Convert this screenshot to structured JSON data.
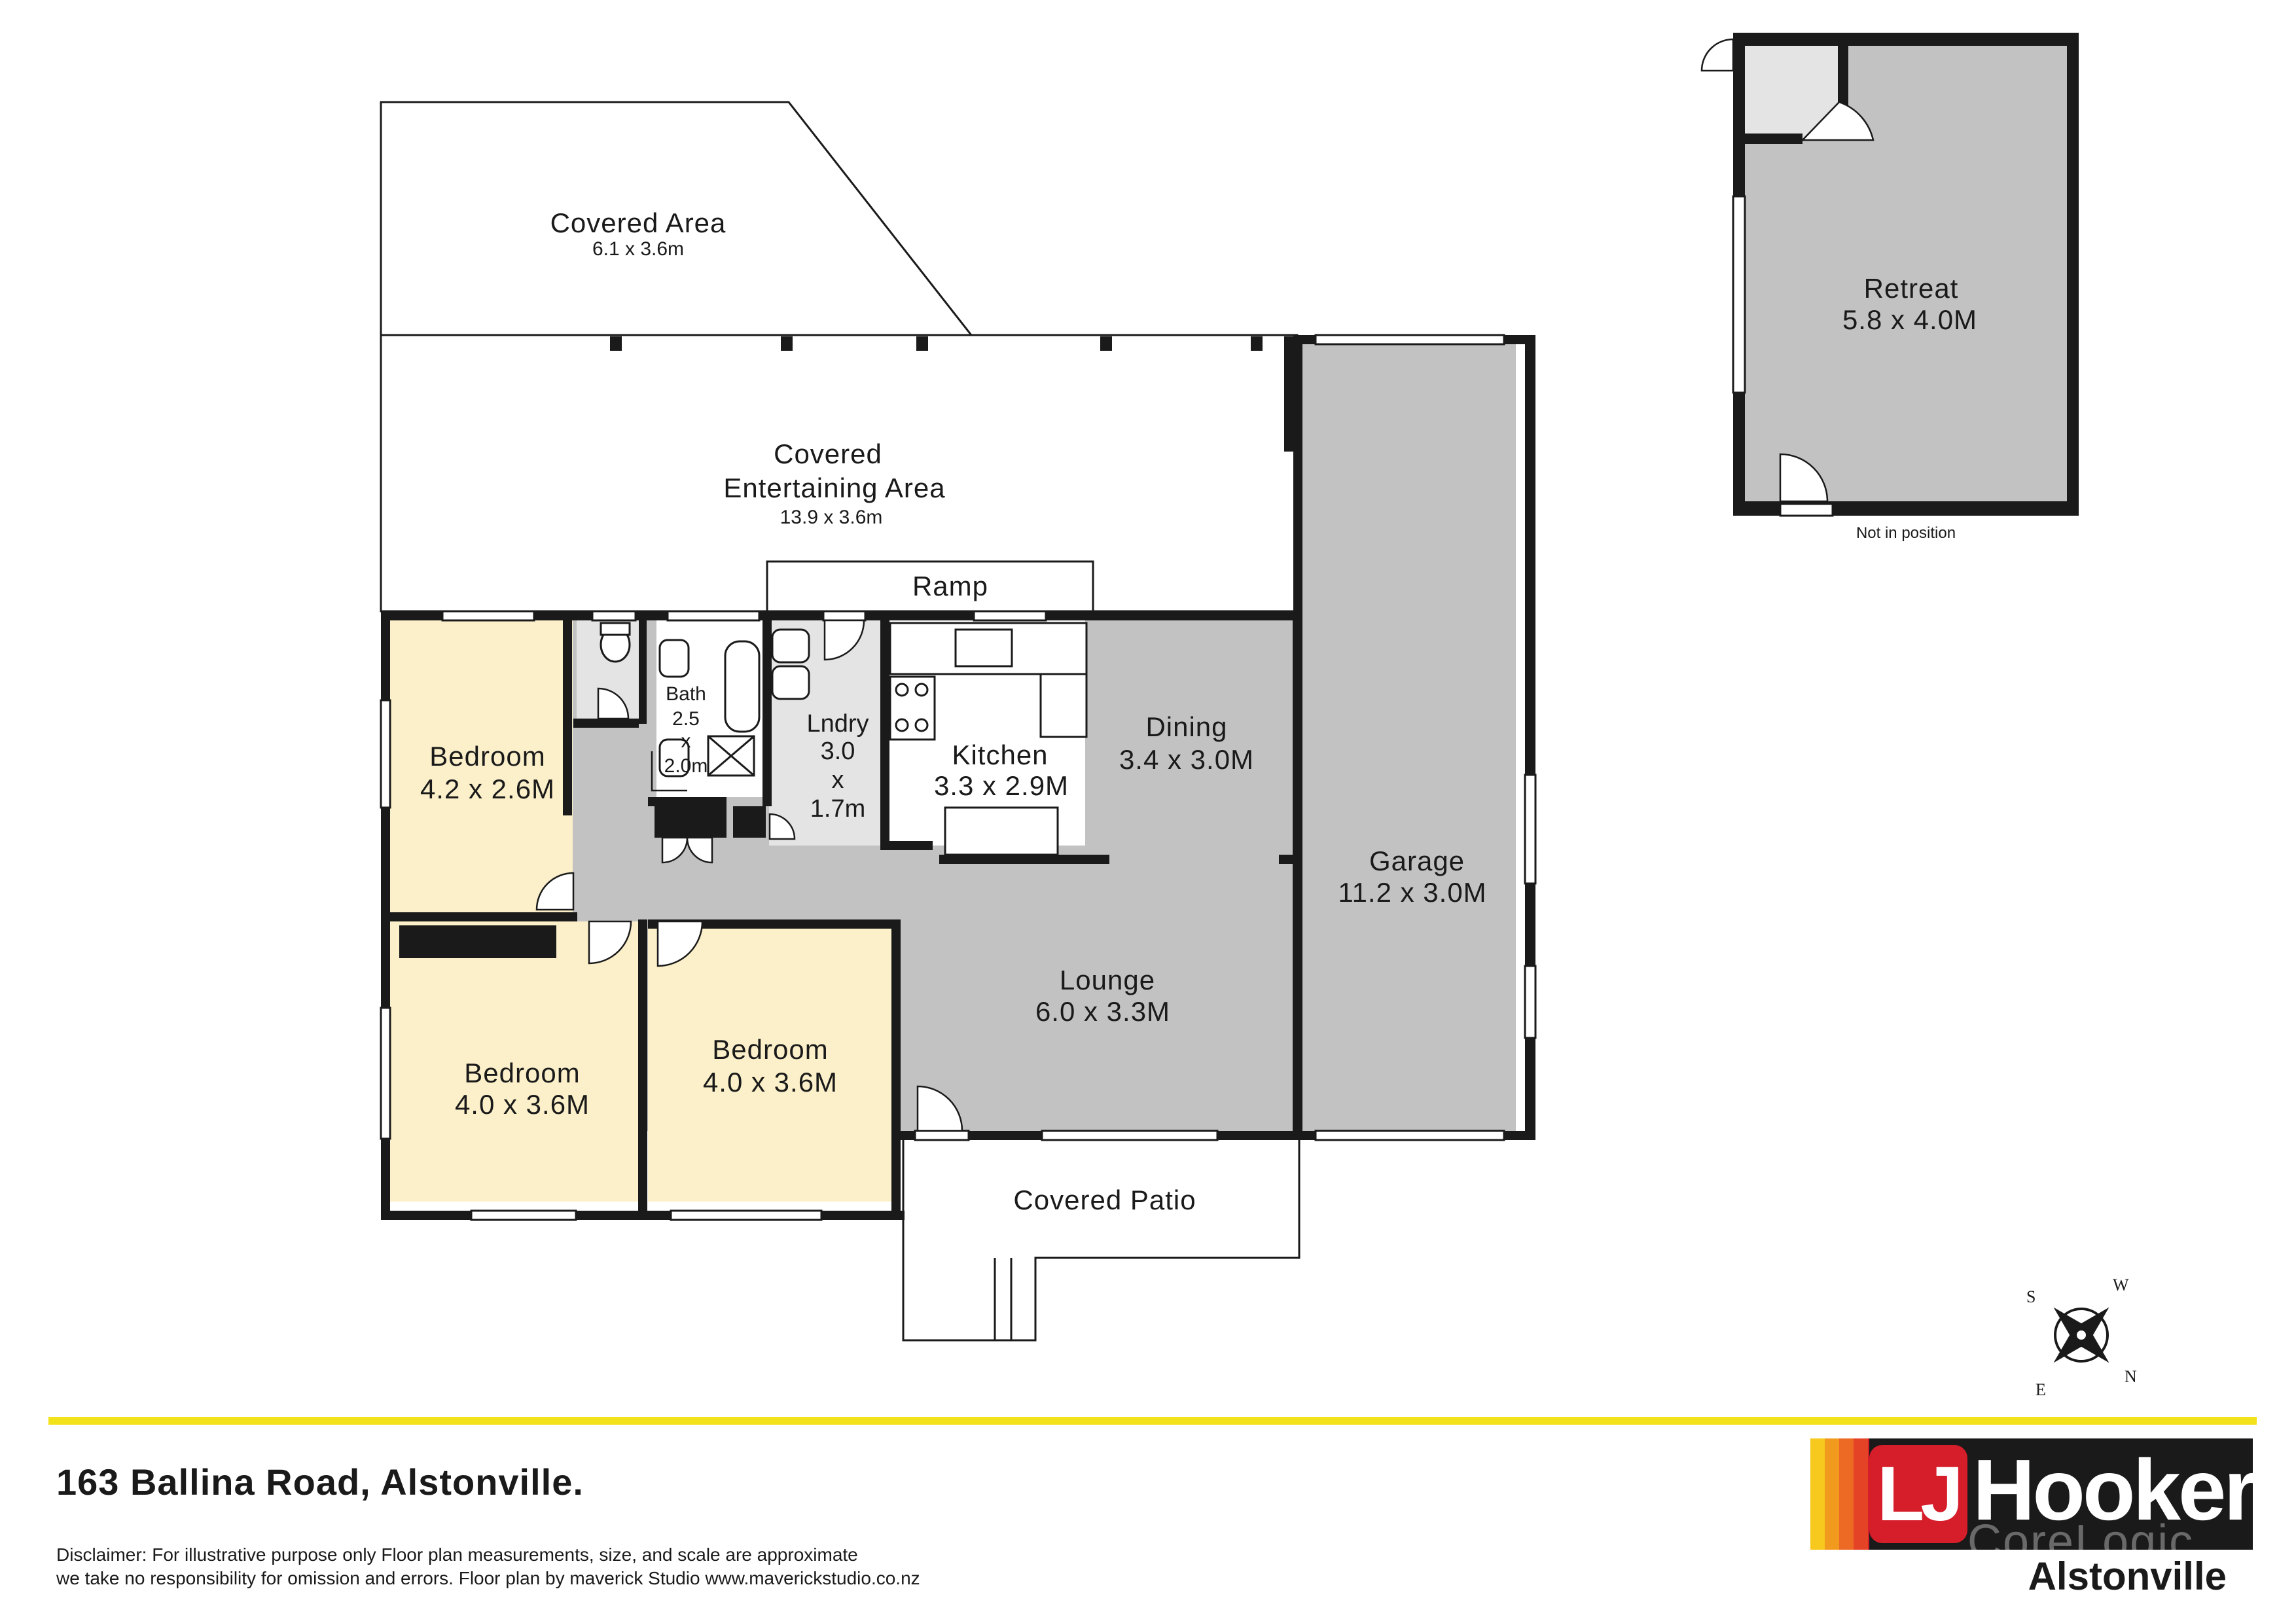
{
  "rooms": {
    "covered_area": {
      "name": "Covered  Area",
      "dim": "6.1 x 3.6m"
    },
    "covered_entertaining": {
      "name1": "Covered",
      "name2": "Entertaining Area",
      "dim": "13.9 x 3.6m"
    },
    "ramp": {
      "name": "Ramp"
    },
    "bedroom1": {
      "name": "Bedroom",
      "dim": "4.2 x 2.6M"
    },
    "bath": {
      "name": "Bath",
      "d1": "2.5",
      "d2": "x",
      "d3": "2.0m"
    },
    "lndry": {
      "name": "Lndry",
      "d1": "3.0",
      "d2": "x",
      "d3": "1.7m"
    },
    "kitchen": {
      "name": "Kitchen",
      "dim": "3.3 x 2.9M"
    },
    "dining": {
      "name": "Dining",
      "dim": "3.4 x 3.0M"
    },
    "garage": {
      "name": "Garage",
      "dim": "11.2 x 3.0M"
    },
    "lounge": {
      "name": "Lounge",
      "dim": "6.0 x 3.3M"
    },
    "bedroom2": {
      "name": "Bedroom",
      "dim": "4.0 x 3.6M"
    },
    "bedroom3": {
      "name": "Bedroom",
      "dim": "4.0 x 3.6M"
    },
    "covered_patio": {
      "name": "Covered  Patio"
    },
    "retreat": {
      "name": "Retreat",
      "dim": "5.8 x 4.0M",
      "note": "Not in position"
    }
  },
  "compass": {
    "n": "N",
    "s": "S",
    "e": "E",
    "w": "W"
  },
  "address": "163 Ballina Road, Alstonville.",
  "disclaimer": {
    "line1": "Disclaimer: For illustrative purpose only Floor plan measurements, size, and scale are approximate",
    "line2": "we take no responsibility for omission and errors. Floor plan by maverick Studio www.maverickstudio.co.nz"
  },
  "logo": {
    "lj": "LJ",
    "brand": "Hooker",
    "watermark": "CoreLogic",
    "office": "Alstonville"
  },
  "colors": {
    "wall": "#1a1a1a",
    "bedroom": "#fbf0c9",
    "living": "#c2c2c2",
    "wet": "#e4e4e4",
    "rule": "#f2e21b",
    "logo_red": "#d51e2a"
  }
}
